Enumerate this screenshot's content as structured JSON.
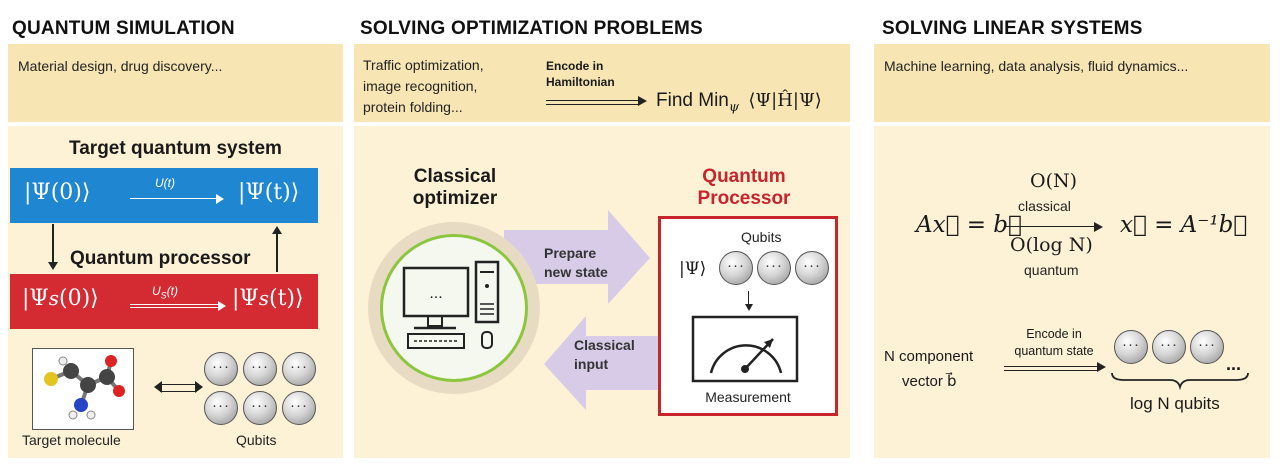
{
  "columns": {
    "qs": {
      "heading": "QUANTUM SIMULATION",
      "band_text": "Material design, drug discovery...",
      "target_title": "Target quantum system",
      "target_left": "|Ψ(0)⟩",
      "target_op": "U(t)",
      "target_right": "|Ψ(t)⟩",
      "processor_title": "Quantum processor",
      "proc_left": "|Ψ_S(0)⟩",
      "proc_op": "U_S(t)",
      "proc_right": "|Ψ_S(t)⟩",
      "molecule_label": "Target molecule",
      "qubits_label": "Qubits"
    },
    "opt": {
      "heading": "SOLVING OPTIMIZATION PROBLEMS",
      "band_lines": [
        "Traffic optimization,",
        "image recognition,",
        "protein folding..."
      ],
      "encode_label": "Encode in Hamiltonian",
      "find_min": "Find Min",
      "find_min_sub": "ψ",
      "find_min_expr": "⟨Ψ|Ĥ|Ψ⟩",
      "classical_title": "Classical optimizer",
      "quantum_title": "Quantum Processor",
      "prepare_label": "Prepare new state",
      "classical_input_label": "Classical input",
      "qubits_label": "Qubits",
      "psi_ket": "|Ψ⟩",
      "measurement_label": "Measurement"
    },
    "lin": {
      "heading": "SOLVING LINEAR SYSTEMS",
      "band_text": "Machine learning, data analysis, fluid dynamics...",
      "equation_lhs": "Ax⃗ = b⃗",
      "equation_rhs": "x⃗ = A⁻¹b⃗",
      "classical_complexity": "O(N)",
      "classical_label": "classical",
      "quantum_complexity": "O(log N)",
      "quantum_label": "quantum",
      "n_component": "N component",
      "vector_label": "vector b⃗",
      "encode_label": "Encode in quantum state",
      "ellipsis": "...",
      "log_qubits": "log N qubits"
    }
  },
  "colors": {
    "band": "#f7e6b4",
    "panel": "#fdf2d6",
    "blue": "#1f86d1",
    "red": "#d42a32",
    "green": "#8cc63f",
    "lavender": "#d7cbe8"
  }
}
